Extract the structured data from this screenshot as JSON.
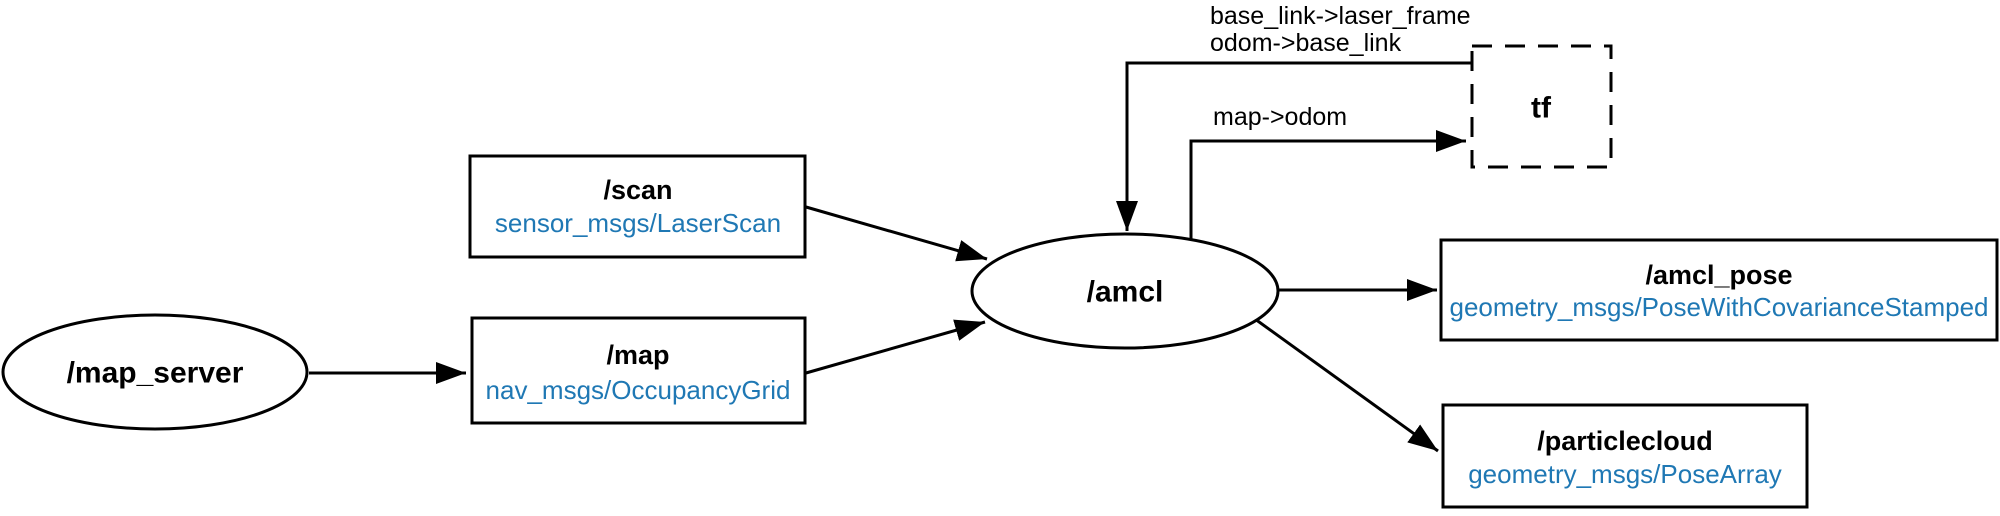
{
  "colors": {
    "node_stroke": "#000000",
    "edge_stroke": "#000000",
    "topic_type_text": "#1F78B4",
    "background": "#ffffff"
  },
  "nodes": {
    "map_server": {
      "label": "/map_server"
    },
    "scan": {
      "label": "/scan",
      "type": "sensor_msgs/LaserScan"
    },
    "map": {
      "label": "/map",
      "type": "nav_msgs/OccupancyGrid"
    },
    "amcl": {
      "label": "/amcl"
    },
    "tf": {
      "label": "tf"
    },
    "amcl_pose": {
      "label": "/amcl_pose",
      "type": "geometry_msgs/PoseWithCovarianceStamped"
    },
    "particlecloud": {
      "label": "/particlecloud",
      "type": "geometry_msgs/PoseArray"
    }
  },
  "edge_labels": {
    "tf_to_amcl_line1": "base_link->laser_frame",
    "tf_to_amcl_line2": "odom->base_link",
    "amcl_to_tf": "map->odom"
  },
  "edges": [
    {
      "from": "/map_server",
      "to": "/map",
      "label": ""
    },
    {
      "from": "/scan",
      "to": "/amcl",
      "label": ""
    },
    {
      "from": "/map",
      "to": "/amcl",
      "label": ""
    },
    {
      "from": "tf",
      "to": "/amcl",
      "label": "base_link->laser_frame, odom->base_link"
    },
    {
      "from": "/amcl",
      "to": "tf",
      "label": "map->odom"
    },
    {
      "from": "/amcl",
      "to": "/amcl_pose",
      "label": ""
    },
    {
      "from": "/amcl",
      "to": "/particlecloud",
      "label": ""
    }
  ]
}
